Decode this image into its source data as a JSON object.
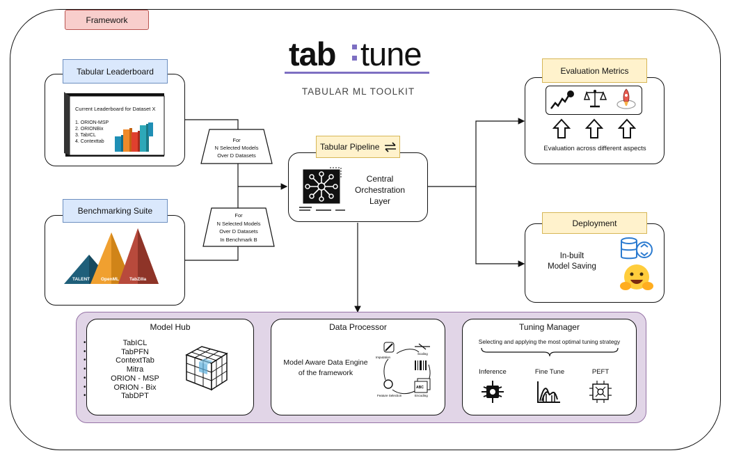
{
  "framework_label": "Framework",
  "logo": {
    "part1": "tab",
    "part2": "tune",
    "subtitle": "TABULAR ML TOOLKIT",
    "accent": "#7d6fc2"
  },
  "leaderboard": {
    "title": "Tabular Leaderboard",
    "heading": "Current Leaderboard for Dataset X",
    "items": [
      "1. ORION-MSP",
      "2. ORIONBix",
      "3. TabICL",
      "4. Contexttab"
    ]
  },
  "funnel_top": [
    "For",
    "N Selected Models",
    "Over D Datasets"
  ],
  "funnel_bottom": [
    "For",
    "N Selected Models",
    "Over D Datasets",
    "In Benchmark B"
  ],
  "benchmark": {
    "title": "Benchmarking Suite",
    "peaks": [
      "TALENT",
      "OpenML",
      "TabZilla"
    ]
  },
  "pipeline": {
    "title": "Tabular Pipeline",
    "icon": "sync-icon",
    "text": [
      "Central",
      "Orchestration",
      "Layer"
    ]
  },
  "evaluation": {
    "title": "Evaluation Metrics",
    "caption": "Evaluation across different aspects",
    "icons": [
      "trend-chart-icon",
      "balance-scale-icon",
      "rocket-icon"
    ]
  },
  "deployment": {
    "title": "Deployment",
    "text": [
      "In-built",
      "Model Saving"
    ],
    "icons": [
      "database-sync-icon",
      "hugging-face-icon"
    ]
  },
  "model_hub": {
    "title": "Model Hub",
    "models": [
      "TabICL",
      "TabPFN",
      "ContextTab",
      "Mitra",
      "ORION - MSP",
      "ORION - Bix",
      "TabDPT"
    ]
  },
  "data_processor": {
    "title": "Data Processor",
    "text": [
      "Model Aware Data Engine",
      "of the framework"
    ],
    "cycle": [
      "Imputation",
      "Scaling",
      "Encoding",
      "Feature Selection"
    ]
  },
  "tuning_manager": {
    "title": "Tuning Manager",
    "subtitle": "Selecting and applying the most optimal tuning strategy",
    "options": [
      "Inference",
      "Fine Tune",
      "PEFT"
    ]
  },
  "colors": {
    "purple_bg": "#e1d5e7",
    "purple_border": "#9673a6",
    "blue_label": "#dae8fc",
    "yellow_label": "#fff2cc",
    "red_label": "#f8cecc"
  }
}
